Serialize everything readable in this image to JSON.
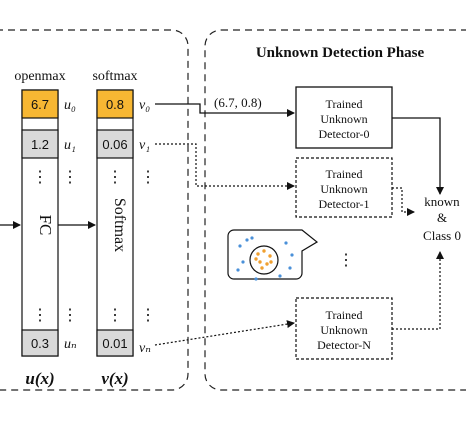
{
  "phase_title": "Unknown Detection Phase",
  "openmax_label": "openmax",
  "softmax_label": "softmax",
  "fc_label": "FC",
  "softmax_block_label": "Softmax",
  "openmax_cells": [
    "6.7",
    "1.2",
    "0.3"
  ],
  "softmax_cells": [
    "0.8",
    "0.06",
    "0.01"
  ],
  "u_labels": [
    "u₀",
    "u₁",
    "uₙ"
  ],
  "v_labels": [
    "v₀",
    "v₁",
    "vₙ"
  ],
  "u_vector_label": "u(x)",
  "v_vector_label": "v(x)",
  "ellipsis": "⋮",
  "arrow_annotation": "(6.7, 0.8)",
  "detectors": [
    {
      "line1": "Trained",
      "line2": "Unknown",
      "line3": "Detector-0"
    },
    {
      "line1": "Trained",
      "line2": "Unknown",
      "line3": "Detector-1"
    },
    {
      "line1": "Trained",
      "line2": "Unknown",
      "line3": "Detector-N"
    }
  ],
  "output_label": {
    "line1": "known",
    "line2": "&",
    "line3": "Class 0"
  },
  "colors": {
    "highlight": "#f7b733",
    "cell_gray": "#d9d9d9",
    "dot_blue": "#4a90d9",
    "dot_orange": "#f0a030",
    "ink": "#111111"
  }
}
